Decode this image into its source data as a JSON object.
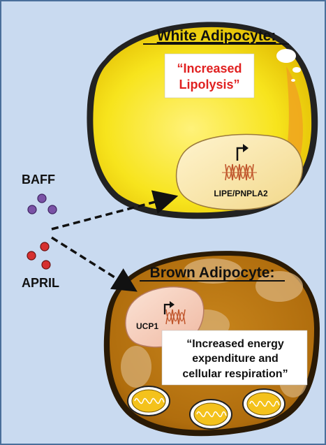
{
  "white_cell": {
    "title": "White Adipocyte:",
    "callout_line1": "“Increased",
    "callout_line2": "Lipolysis”",
    "gene_label": "LIPE/PNPLA2"
  },
  "brown_cell": {
    "title": "Brown Adipocyte:",
    "gene_label": "UCP1",
    "callout_line1": "“Increased energy",
    "callout_line2": "expenditure and",
    "callout_line3": "cellular respiration”"
  },
  "ligands": {
    "baff_label": "BAFF",
    "april_label": "APRIL"
  },
  "colors": {
    "background": "#c9daf0",
    "white_cell_fill": "#f7e41d",
    "brown_cell_fill": "#b8730f",
    "baff_dot": "#7a52a6",
    "april_dot": "#d63030",
    "callout_red": "#e02020"
  }
}
